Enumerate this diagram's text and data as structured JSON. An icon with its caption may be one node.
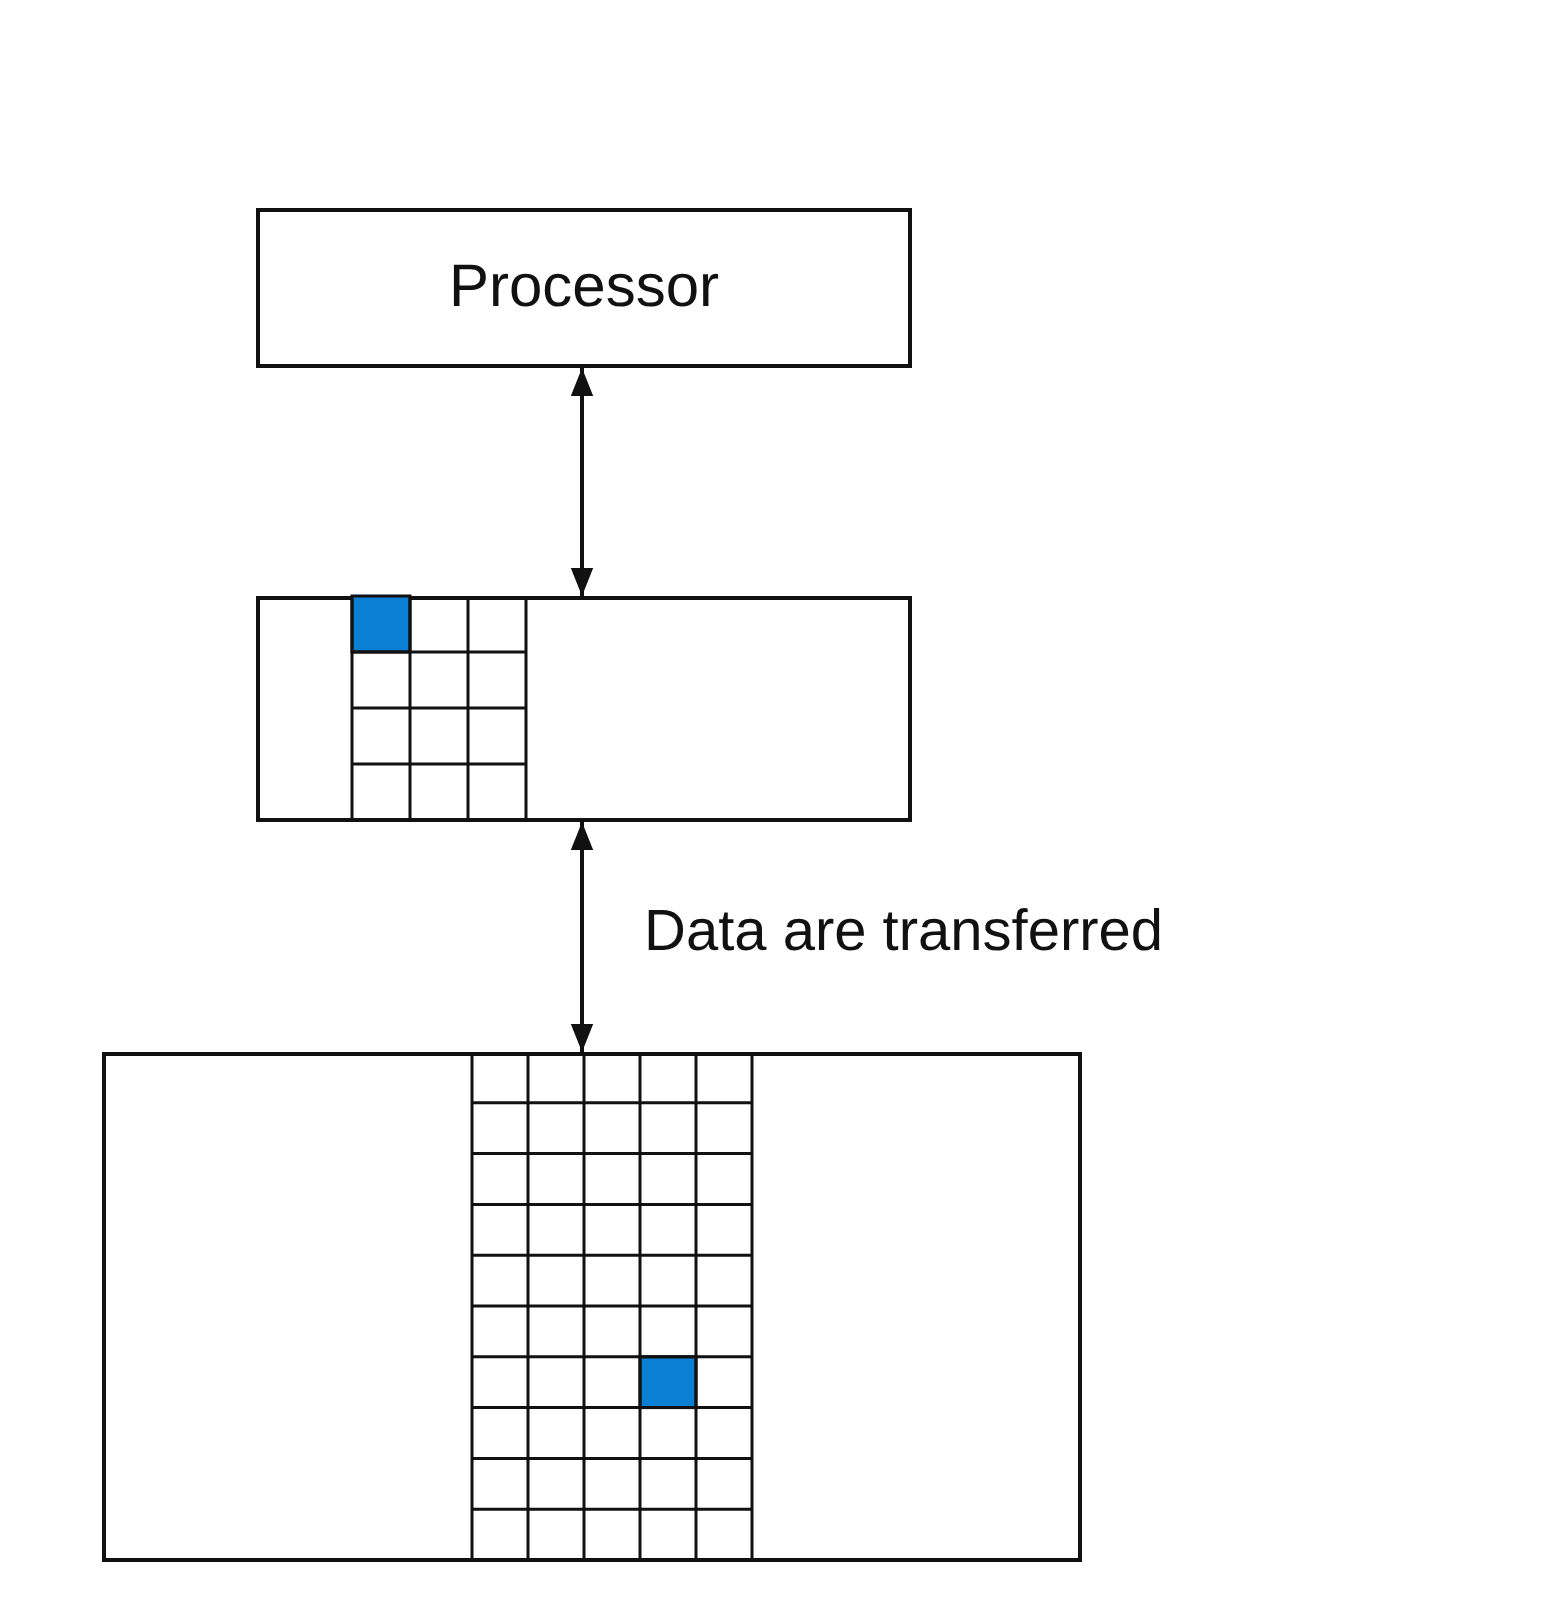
{
  "diagram": {
    "nodes": [
      {
        "text": [
          "Processor"
        ]
      },
      {
        "text": [],
        "shape": "box"
      },
      {
        "text": [],
        "shape": "box"
      }
    ],
    "edges": [
      {
        "from": 0,
        "to": 1,
        "arrow": "both"
      },
      {
        "from": 1,
        "to": 2,
        "arrow": "both",
        "label": "Data are transferred"
      }
    ]
  }
}
